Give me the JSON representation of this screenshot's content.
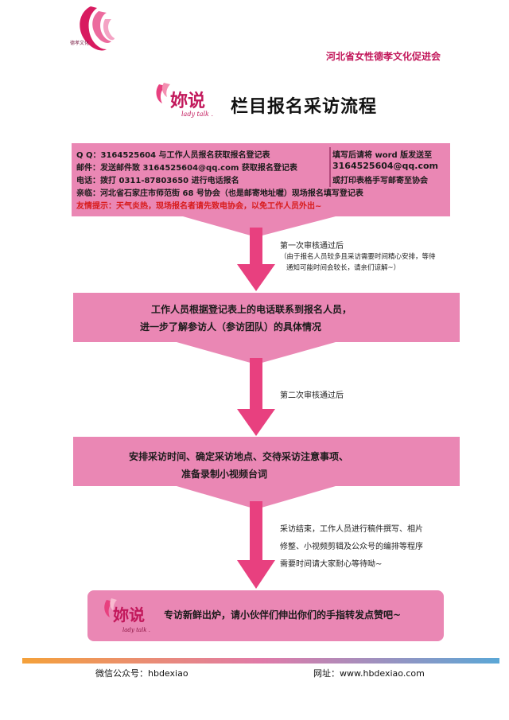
{
  "header": {
    "org_name": "河北省女性德孝文化促进会",
    "logo_text": "德孝文化"
  },
  "title": {
    "brand": "妳说",
    "brand_sub": "lady talk .",
    "heading": "栏目报名采访流程"
  },
  "step1": {
    "qq": "Q Q：3164525604 与工作人员报名获取报名登记表",
    "email": "邮件：发送邮件致 3164525604@qq.com 获取报名登记表",
    "phone": "电话：拨打 0311-87803650 进行电话报名",
    "visit": "亲临：河北省石家庄市师范街 68 号协会（也是邮寄地址喔）现场报名填写登记表",
    "tip": "友情提示：天气炎热，现场报名者请先致电协会，以免工作人员外出~",
    "side1": "填写后请将 word 版发送至",
    "side2": "3164525604@qq.com",
    "side3": "或打印表格手写邮寄至协会"
  },
  "review1": {
    "title": "第一次审核通过后",
    "note1": "（由于报名人员较多且采访需要时间精心安排，等待",
    "note2": "通知可能时间会较长，请亲们谅解~）"
  },
  "step2": {
    "line1": "工作人员根据登记表上的电话联系到报名人员，",
    "line2": "进一步了解参访人（参访团队）的具体情况"
  },
  "review2": {
    "title": "第二次审核通过后"
  },
  "step3": {
    "line1": "安排采访时间、确定采访地点、交待采访注意事项、",
    "line2": "准备录制小视频台词"
  },
  "after": {
    "line1": "采访结束，工作人员进行稿件撰写、相片",
    "line2": "修整、小视频剪辑及公众号的编排等程序",
    "line3": "需要时间请大家耐心等待呦~"
  },
  "step4": {
    "brand": "妳说",
    "brand_sub": "lady talk .",
    "text": "专访新鲜出炉，请小伙伴们伸出你们的手指转发点赞吧~"
  },
  "footer": {
    "wechat": "微信公众号：hbdexiao",
    "website": "网址：www.hbdexiao.com"
  },
  "colors": {
    "box_pink": "#ea87b4",
    "arrow_pink": "#e8407f",
    "brand_magenta": "#c2185b",
    "tip_red": "#d81b1b"
  }
}
